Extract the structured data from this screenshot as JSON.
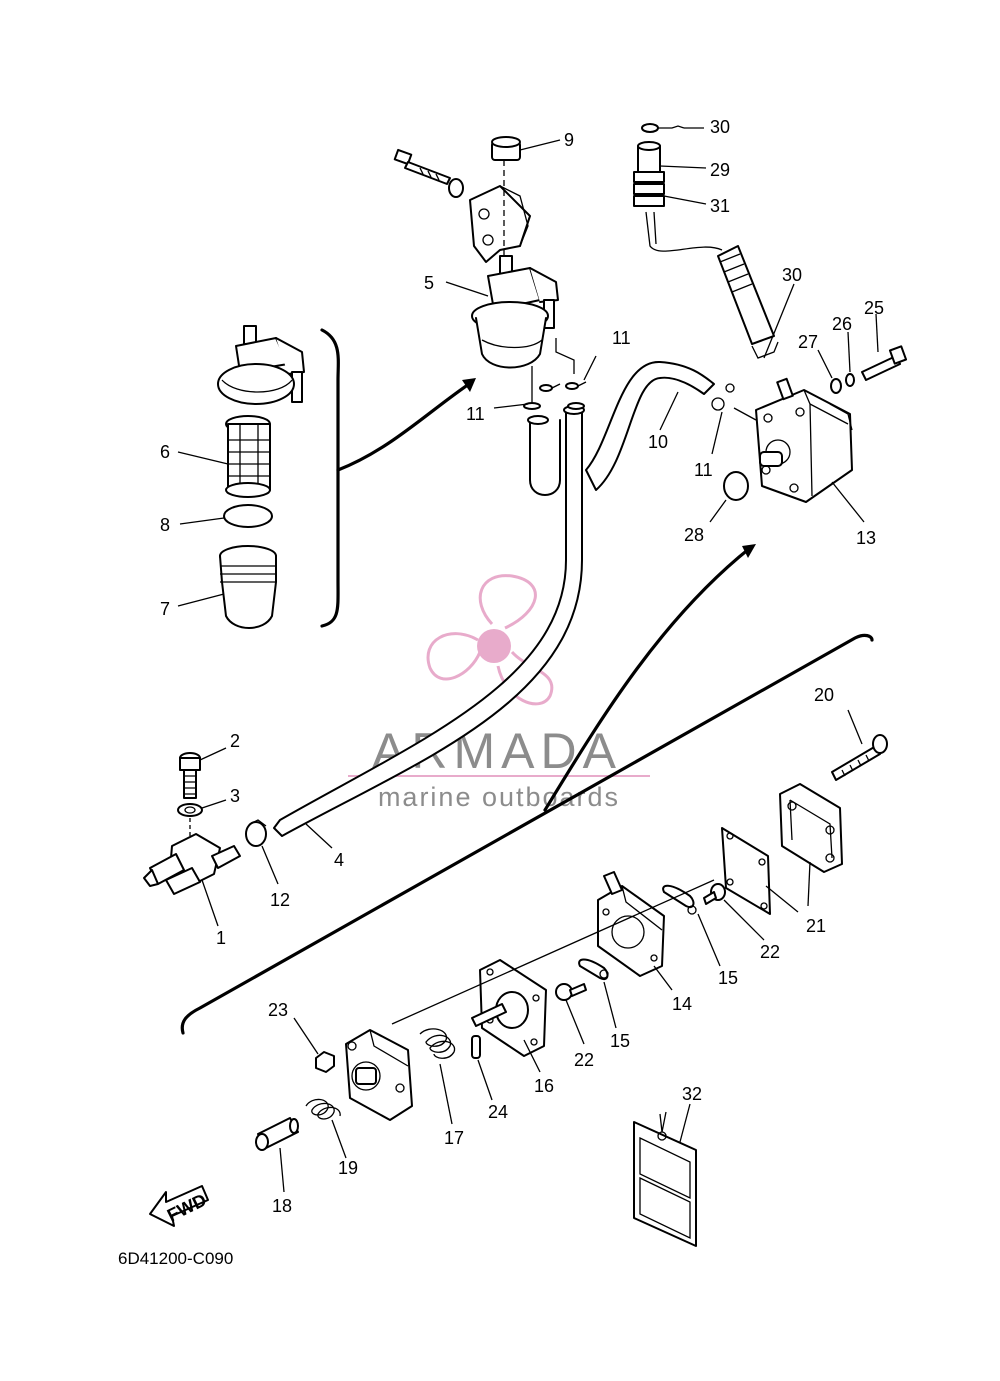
{
  "diagram": {
    "callouts": [
      "1",
      "2",
      "3",
      "4",
      "5",
      "6",
      "7",
      "8",
      "9",
      "10",
      "11",
      "11",
      "11",
      "12",
      "13",
      "14",
      "15",
      "15",
      "16",
      "17",
      "18",
      "19",
      "20",
      "21",
      "22",
      "22",
      "23",
      "24",
      "25",
      "26",
      "27",
      "28",
      "29",
      "30",
      "30",
      "31",
      "32"
    ],
    "drawing_code": "6D41200-C090",
    "fwd_label": "FWD"
  },
  "watermark": {
    "title": "ARMADA",
    "subtitle": "marine outboards",
    "colors": {
      "text": "#808080",
      "logo": "#e6a3c6",
      "rule": "#e6a3c6"
    }
  },
  "colors": {
    "line": "#000000",
    "background": "#ffffff"
  }
}
